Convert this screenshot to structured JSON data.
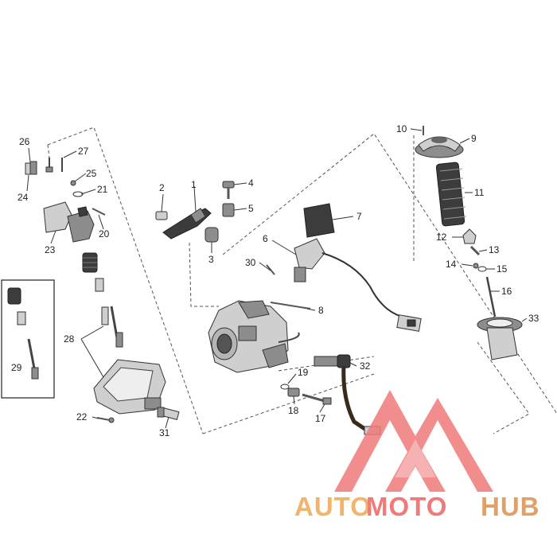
{
  "callouts": [
    {
      "id": "1",
      "label": "1"
    },
    {
      "id": "2",
      "label": "2"
    },
    {
      "id": "3",
      "label": "3"
    },
    {
      "id": "4",
      "label": "4"
    },
    {
      "id": "5",
      "label": "5"
    },
    {
      "id": "6",
      "label": "6"
    },
    {
      "id": "7",
      "label": "7"
    },
    {
      "id": "8",
      "label": "8"
    },
    {
      "id": "9",
      "label": "9"
    },
    {
      "id": "10",
      "label": "10"
    },
    {
      "id": "11",
      "label": "11"
    },
    {
      "id": "12",
      "label": "12"
    },
    {
      "id": "13",
      "label": "13"
    },
    {
      "id": "14",
      "label": "14"
    },
    {
      "id": "15",
      "label": "15"
    },
    {
      "id": "16",
      "label": "16"
    },
    {
      "id": "17",
      "label": "17"
    },
    {
      "id": "18",
      "label": "18"
    },
    {
      "id": "19",
      "label": "19"
    },
    {
      "id": "20",
      "label": "20"
    },
    {
      "id": "21",
      "label": "21"
    },
    {
      "id": "22",
      "label": "22"
    },
    {
      "id": "23",
      "label": "23"
    },
    {
      "id": "24",
      "label": "24"
    },
    {
      "id": "25",
      "label": "25"
    },
    {
      "id": "26",
      "label": "26"
    },
    {
      "id": "27",
      "label": "27"
    },
    {
      "id": "28",
      "label": "28"
    },
    {
      "id": "29",
      "label": "29"
    },
    {
      "id": "30",
      "label": "30"
    },
    {
      "id": "31",
      "label": "31"
    },
    {
      "id": "32",
      "label": "32"
    },
    {
      "id": "33",
      "label": "33"
    }
  ],
  "watermark": {
    "part1": "AUTO",
    "part2": "MOTO",
    "part3": "HUB"
  },
  "colors": {
    "watermark_red": "#f07a7a",
    "watermark_orange": "#f2b36a"
  }
}
